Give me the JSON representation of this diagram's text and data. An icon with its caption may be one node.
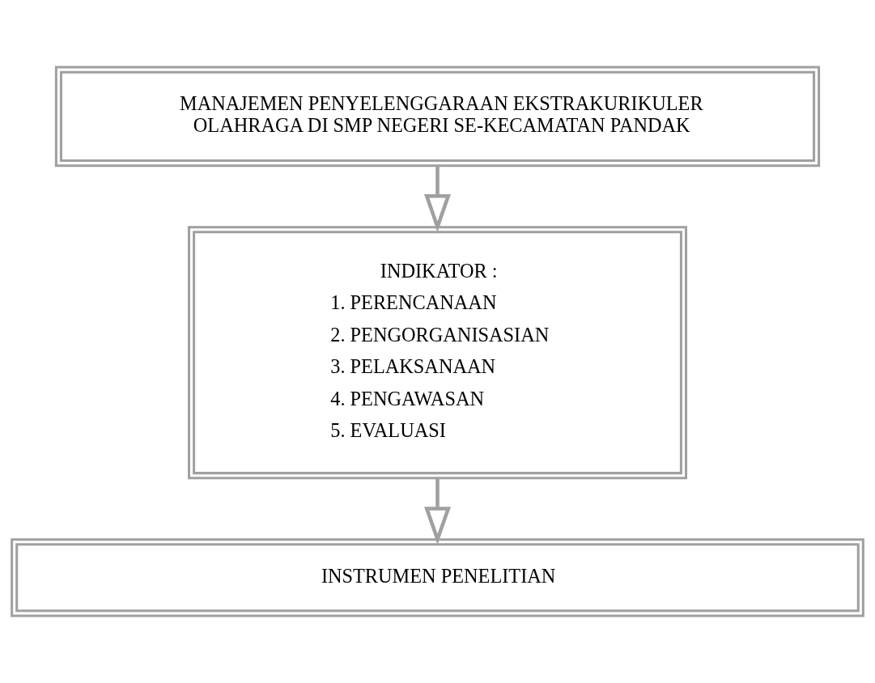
{
  "diagram": {
    "nodes": [
      {
        "text": [
          "MANAJEMEN PENYELENGGARAAN EKSTRAKURIKULER OLAHRAGA DI SMP NEGERI SE-KECAMATAN PANDAK"
        ]
      },
      {
        "text": [
          "INDIKATOR :",
          "1. PERENCANAAN",
          "2. PENGORGANISASIAN",
          "3. PELAKSANAAN",
          "4. PENGAWASAN",
          "5. EVALUASI"
        ]
      },
      {
        "text": [
          "INSTRUMEN PENELITIAN"
        ]
      }
    ],
    "edges": [
      {
        "from": 0,
        "to": 1,
        "arrow": "to"
      },
      {
        "from": 1,
        "to": 2,
        "arrow": "to"
      }
    ]
  }
}
